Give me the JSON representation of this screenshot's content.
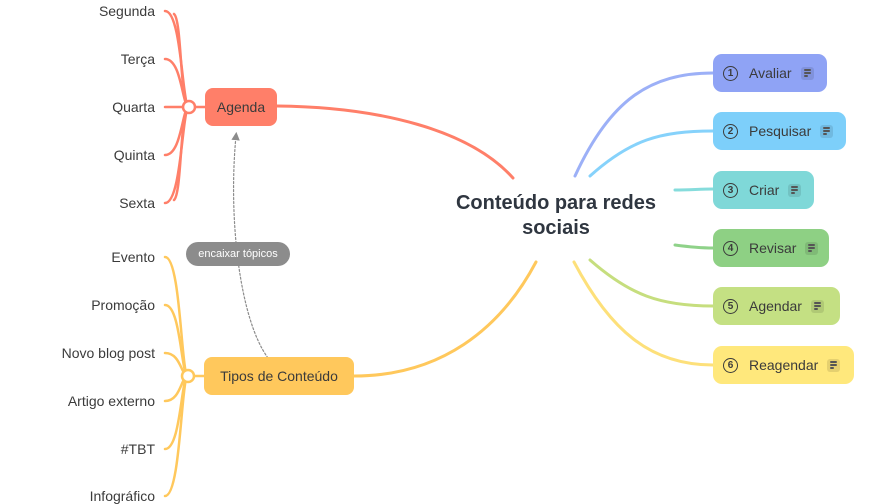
{
  "central_topic": "Conteúdo para redes sociais",
  "central_lines": [
    "Conteúdo para redes",
    "sociais"
  ],
  "branches": {
    "agenda": {
      "label": "Agenda",
      "color": "#ff7f69",
      "children": [
        "Segunda",
        "Terça",
        "Quarta",
        "Quinta",
        "Sexta"
      ]
    },
    "tipos": {
      "label": "Tipos de Conteúdo",
      "color": "#ffc85c",
      "children": [
        "Evento",
        "Promoção",
        "Novo blog post",
        "Artigo externo",
        "#TBT",
        "Infográfico"
      ]
    }
  },
  "relationship": {
    "label": "encaixar tópicos",
    "color": "#8c8c8c"
  },
  "steps": [
    {
      "number": "1",
      "label": "Avaliar",
      "color": "#8fa3f5",
      "line_color": "#9cb0f7"
    },
    {
      "number": "2",
      "label": "Pesquisar",
      "color": "#7dcffa",
      "line_color": "#86d2fb"
    },
    {
      "number": "3",
      "label": "Criar",
      "color": "#7fd8d8",
      "line_color": "#86dcdc"
    },
    {
      "number": "4",
      "label": "Revisar",
      "color": "#8ed084",
      "line_color": "#8fd289"
    },
    {
      "number": "5",
      "label": "Agendar",
      "color": "#c4e083",
      "line_color": "#c6de7e"
    },
    {
      "number": "6",
      "label": "Reagendar",
      "color": "#ffe87c",
      "line_color": "#fde07a"
    }
  ]
}
